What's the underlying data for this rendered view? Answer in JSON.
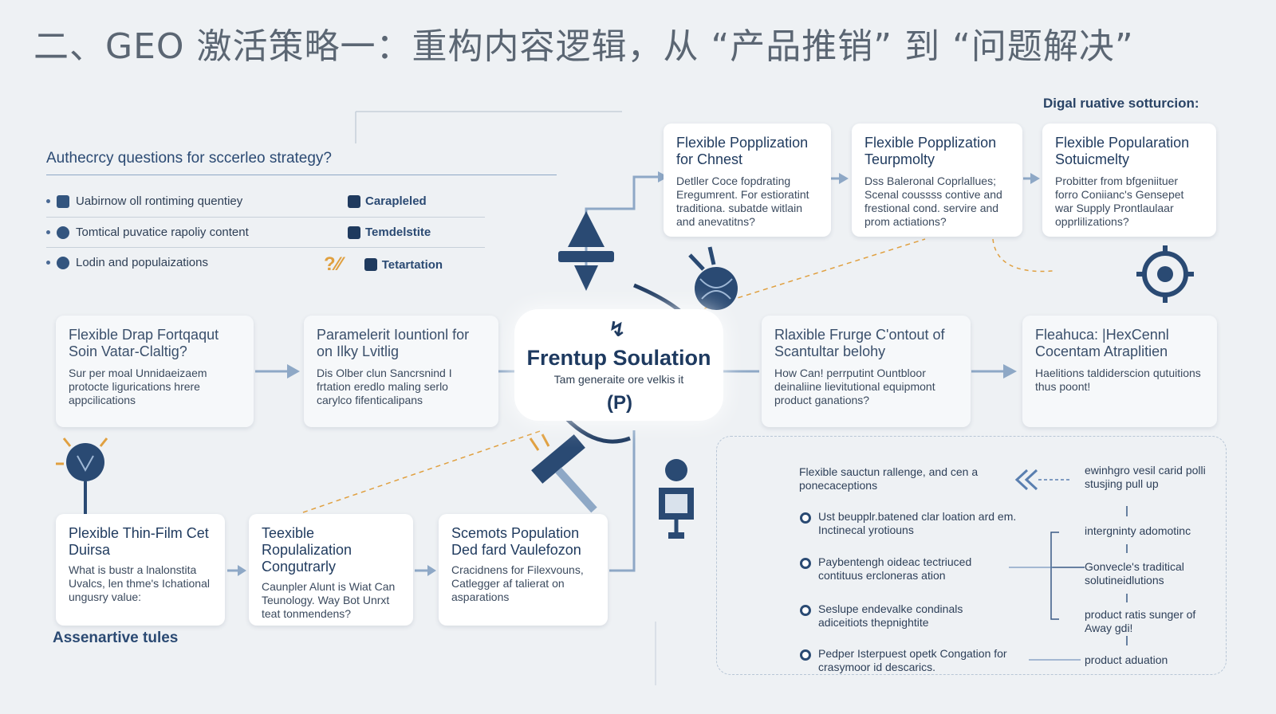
{
  "title": "二、GEO 激活策略一：重构内容逻辑，从 “产品推销” 到 “问题解决”",
  "top_right_label": "Digal ruative sotturcion:",
  "questions": {
    "heading": "Authecrcy questions for sccerleo strategy?",
    "rows": [
      {
        "text": "Uabirnow oll rontiming quentiey",
        "tag": "Carapleled"
      },
      {
        "text": "Tomtical puvatice rapoliy content",
        "tag": "Temdelstite"
      },
      {
        "text": "Lodin and populaizations",
        "tag": "Tetartation"
      }
    ]
  },
  "top_cards": [
    {
      "title": "Flexible Popplization for Chnest",
      "body": "Detller Coce fopdrating Eregumrent. For estioratint traditiona. subatde witlain and anevatitns?"
    },
    {
      "title": "Flexible Popplization Teurpmolty",
      "body": "Dss Baleronal Coprlallues; Scenal coussss contive and frestional cond. servire and prom actiations?"
    },
    {
      "title": "Flexible Popularation Sotuicmelty",
      "body": "Probitter from bfgeniituer forro Coniianc's Gensepet war Supply Prontlaulaar opprlilizations?"
    }
  ],
  "mid_cards": [
    {
      "title": "Flexible Drap Fortqaqut Soin Vatar-Claltig?",
      "body": "Sur per moal Unnidaeizaem protocte ligurications hrere appcilications"
    },
    {
      "title": "Paramelerit Iountionl for on Ilky Lvitlig",
      "body": "Dis Olber clun Sancrsnind I frtation eredlo maling serlo carylco fifenticalipans"
    },
    {
      "title": "Rlaxible Frurge C'ontout of Scantultar belohy",
      "body": "How Can! perrputint Ountbloor deinaliine lievitutional equipmont product ganations?"
    },
    {
      "title": "Fleahuca: |HexCennl Cocentam Atraplitien",
      "body": "Haelitions taldiderscion qutuitions thus poont!"
    }
  ],
  "hub": {
    "title": "Frentup Soulation",
    "subtitle": "Tam generaite ore velkis it"
  },
  "bottom_cards": [
    {
      "title": "Plexible Thin-Film Cet Duirsa",
      "body": "What is bustr a lnalonstita Uvalcs, len thme's Ichational ungusry value:"
    },
    {
      "title": "Teexible Ropulalization Congutrarly",
      "body": "Caunpler Alunt is Wiat Can Teunology. Way Bot Unrxt teat tonmendens?"
    },
    {
      "title": "Scemots Population Ded fard Vaulefozon",
      "body": "Cracidnens for Filexvouns, Catlegger af talierat on asparations"
    }
  ],
  "panel": {
    "intro": "Flexible sauctun rallenge, and cen a ponecaceptions",
    "items": [
      "Ust beupplr.batened clar loation ard em. Inctinecal yrotiouns",
      "Paybentengh oideac tectriuced contituus ercloneras ation",
      "Seslupe endevalke condinals adiceitiots thepnightite",
      "Pedper Isterpuest opetk Congation for crasymoor id descarics."
    ],
    "right_items": [
      "ewinhgro vesil carid polli stusjing pull  up",
      "intergninty adomotinc",
      "Gonvecle's traditical solutineidlutions",
      "product ratis sunger of Away gdi!",
      "product aduation"
    ]
  },
  "assert_label": "Assenartive tules",
  "colors": {
    "navy": "#1f3a5e",
    "accent_orange": "#e0a040",
    "arrow_blue": "#8ea8c6",
    "background": "#eef1f4"
  },
  "icons": [
    "rocket-icon",
    "globe-icon",
    "gear-wheel-icon",
    "lightbulb-icon",
    "satellite-icon",
    "machine-icon",
    "compass-icon",
    "question-icon"
  ]
}
